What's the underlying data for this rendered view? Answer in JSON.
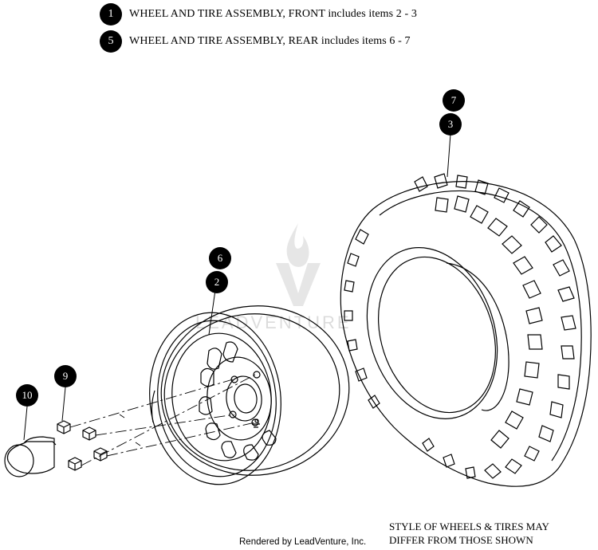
{
  "legend": [
    {
      "num": "1",
      "text": "WHEEL AND TIRE ASSEMBLY, FRONT includes items 2 - 3"
    },
    {
      "num": "5",
      "text": "WHEEL AND TIRE ASSEMBLY, REAR includes items 6 - 7"
    }
  ],
  "callouts": {
    "tire_top": "7",
    "tire_bottom": "3",
    "wheel_top": "6",
    "wheel_bottom": "2",
    "lug_nut": "9",
    "cap": "10"
  },
  "note": {
    "line1": "STYLE OF WHEELS & TIRES MAY",
    "line2": "DIFFER FROM THOSE SHOWN"
  },
  "watermark_text": "LEADVENTURE",
  "footer": "Rendered by LeadVenture, Inc."
}
